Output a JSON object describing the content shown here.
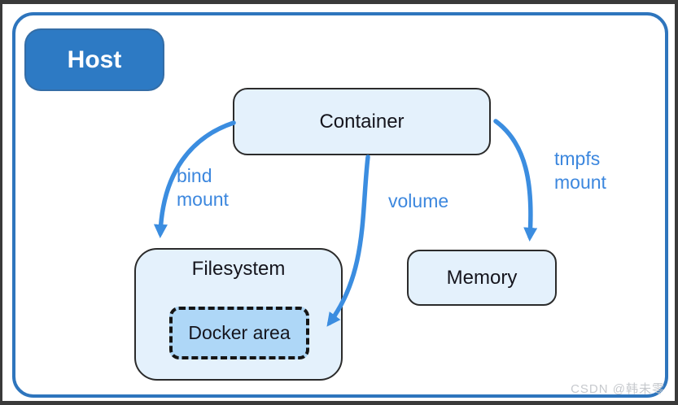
{
  "diagram": {
    "nodes": {
      "host": {
        "label": "Host"
      },
      "container": {
        "label": "Container"
      },
      "filesystem": {
        "label": "Filesystem"
      },
      "docker_area": {
        "label": "Docker area"
      },
      "memory": {
        "label": "Memory"
      }
    },
    "edges": {
      "bind_mount": {
        "label": "bind\nmount",
        "from": "container",
        "to": "filesystem"
      },
      "volume": {
        "label": "volume",
        "from": "container",
        "to": "docker_area"
      },
      "tmpfs_mount": {
        "label": "tmpfs\nmount",
        "from": "container",
        "to": "memory"
      }
    }
  },
  "watermark": {
    "text": "CSDN @韩未零"
  },
  "colors": {
    "arrow_blue": "#3b8de0",
    "edge_label_blue": "#3c87de",
    "host_badge_blue": "#2d7ac4",
    "host_border_blue": "#2e75bd",
    "node_fill": "#e4f1fc",
    "docker_area_fill": "#aed7f7",
    "node_border_dark": "#2b2b2b",
    "outer_background": "#3a3a3a"
  }
}
